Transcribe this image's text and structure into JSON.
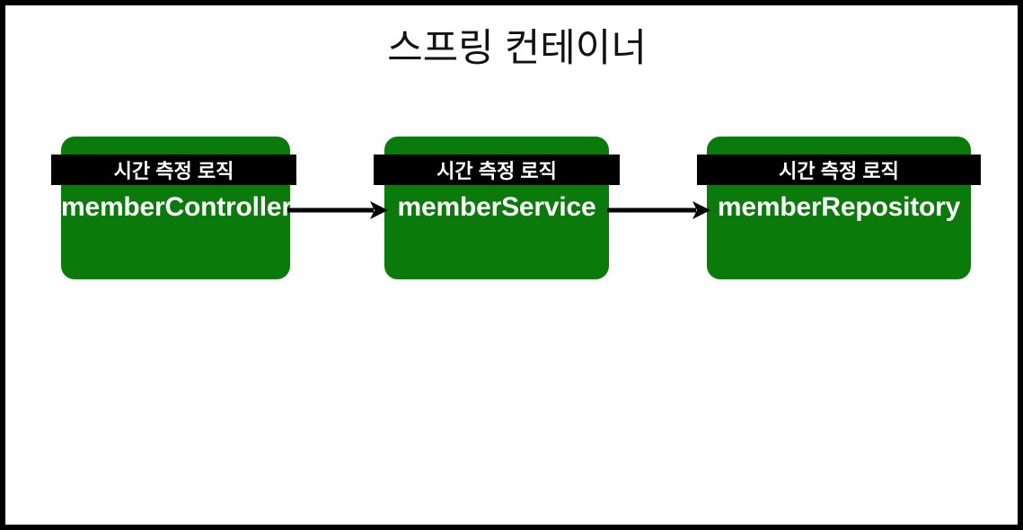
{
  "diagram": {
    "title": "스프링 컨테이너",
    "colors": {
      "node_fill": "#0a7a0a",
      "banner_fill": "#000000",
      "banner_text": "#ffffff",
      "node_text": "#ffffff",
      "arrow": "#000000",
      "frame_border": "#000000",
      "background": "#ffffff"
    },
    "nodes": [
      {
        "banner": "시간 측정 로직",
        "label": "memberController"
      },
      {
        "banner": "시간 측정 로직",
        "label": "memberService"
      },
      {
        "banner": "시간 측정 로직",
        "label": "memberRepository"
      }
    ],
    "arrows": [
      {
        "from": "memberController",
        "to": "memberService"
      },
      {
        "from": "memberService",
        "to": "memberRepository"
      }
    ]
  }
}
